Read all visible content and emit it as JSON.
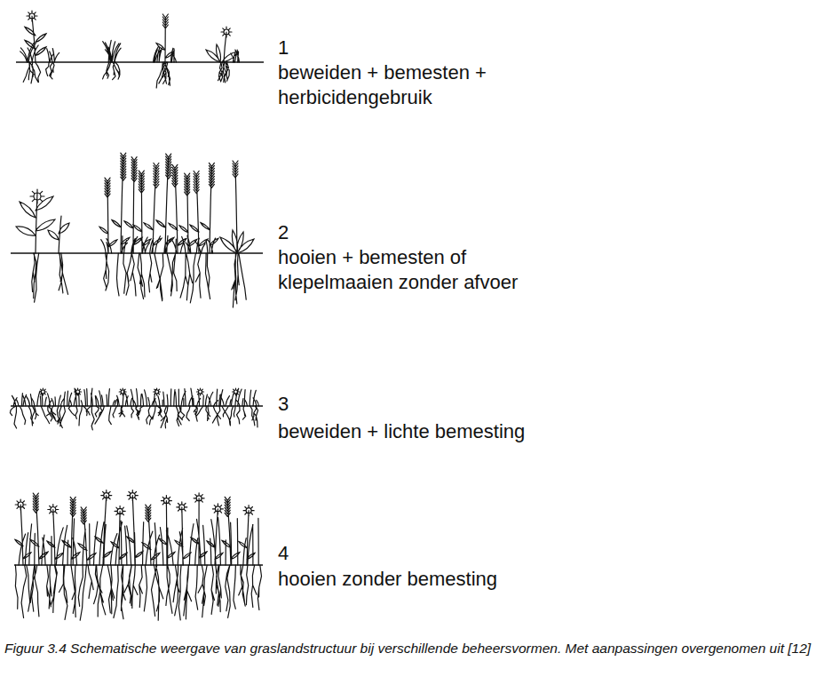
{
  "diagram": {
    "caption": "Figuur 3.4 Schematische weergave van graslandstructuur bij verschillende beheersvormen. Met aanpassingen overgenomen uit [12]",
    "labels": [
      "1",
      "beweiden + bemesten + herbicidengebruik",
      "2",
      "hooien + bemesten of klepelmaaien zonder afvoer",
      "3",
      "beweiden + lichte bemesting",
      "4",
      "hooien zonder bemesting"
    ]
  }
}
